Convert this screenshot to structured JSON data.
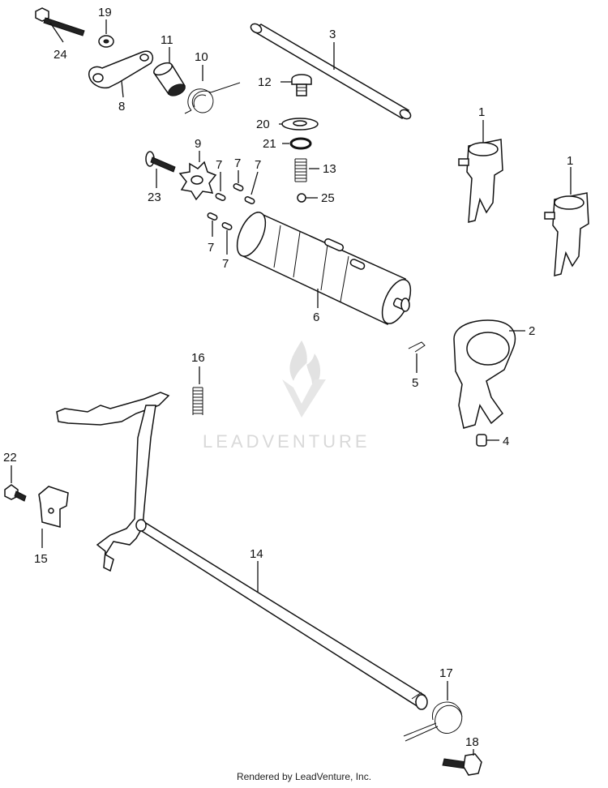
{
  "watermark": {
    "text": "LEADVENTURE"
  },
  "footer": {
    "text": "Rendered by LeadVenture, Inc."
  },
  "callouts": {
    "c1a": "1",
    "c1b": "1",
    "c2": "2",
    "c3": "3",
    "c4": "4",
    "c5": "5",
    "c6": "6",
    "c7a": "7",
    "c7b": "7",
    "c7c": "7",
    "c7d": "7",
    "c7e": "7",
    "c8": "8",
    "c9": "9",
    "c10": "10",
    "c11": "11",
    "c12": "12",
    "c13": "13",
    "c14": "14",
    "c15": "15",
    "c16": "16",
    "c17": "17",
    "c18": "18",
    "c19": "19",
    "c20": "20",
    "c21": "21",
    "c22": "22",
    "c23": "23",
    "c24": "24",
    "c25": "25"
  }
}
